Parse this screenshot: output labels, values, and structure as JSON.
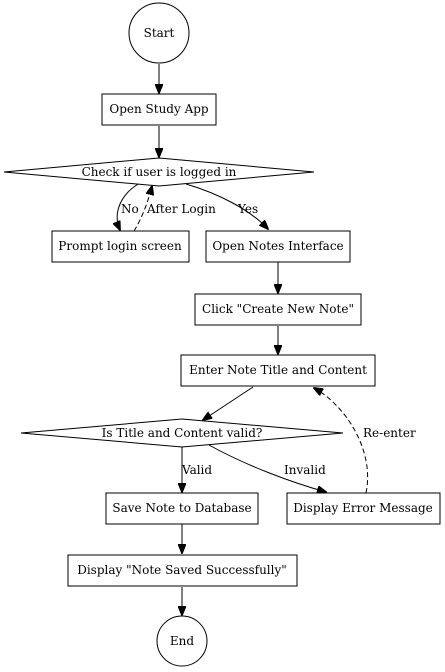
{
  "nodes": {
    "start": "Start",
    "open_app": "Open Study App",
    "check_login": "Check if user is logged in",
    "prompt_login": "Prompt login screen",
    "open_notes": "Open Notes Interface",
    "create_note": "Click \"Create New Note\"",
    "enter_note": "Enter Note Title and Content",
    "validate": "Is Title and Content valid?",
    "save_note": "Save Note to Database",
    "error_message": "Display Error Message",
    "display_success": "Display \"Note Saved Successfully\"",
    "end": "End"
  },
  "edges": {
    "no": "No",
    "after_login": "After Login",
    "yes": "Yes",
    "valid": "Valid",
    "invalid": "Invalid",
    "reenter": "Re-enter"
  }
}
